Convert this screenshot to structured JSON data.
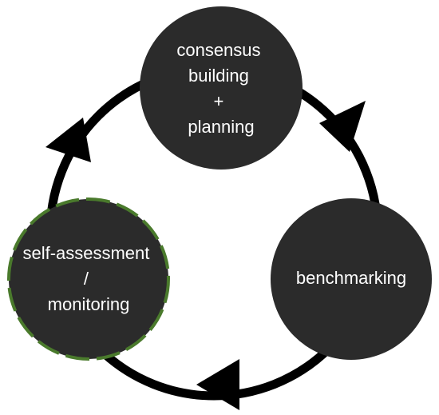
{
  "diagram": {
    "type": "cycle",
    "colors": {
      "node_fill": "#2b2b2b",
      "node_text": "#ffffff",
      "ring_stroke": "#000000",
      "arrow_fill": "#000000",
      "highlight_dash": "#4a7a2c",
      "background": "#ffffff"
    },
    "nodes": [
      {
        "id": "top",
        "lines": [
          "consensus",
          "building",
          "+",
          "planning"
        ],
        "highlighted": false
      },
      {
        "id": "right",
        "lines": [
          "benchmarking"
        ],
        "highlighted": false
      },
      {
        "id": "left",
        "lines": [
          "self-assessment",
          "/",
          "monitoring"
        ],
        "highlighted": true
      }
    ],
    "flow": [
      "top",
      "right",
      "left",
      "top"
    ]
  }
}
